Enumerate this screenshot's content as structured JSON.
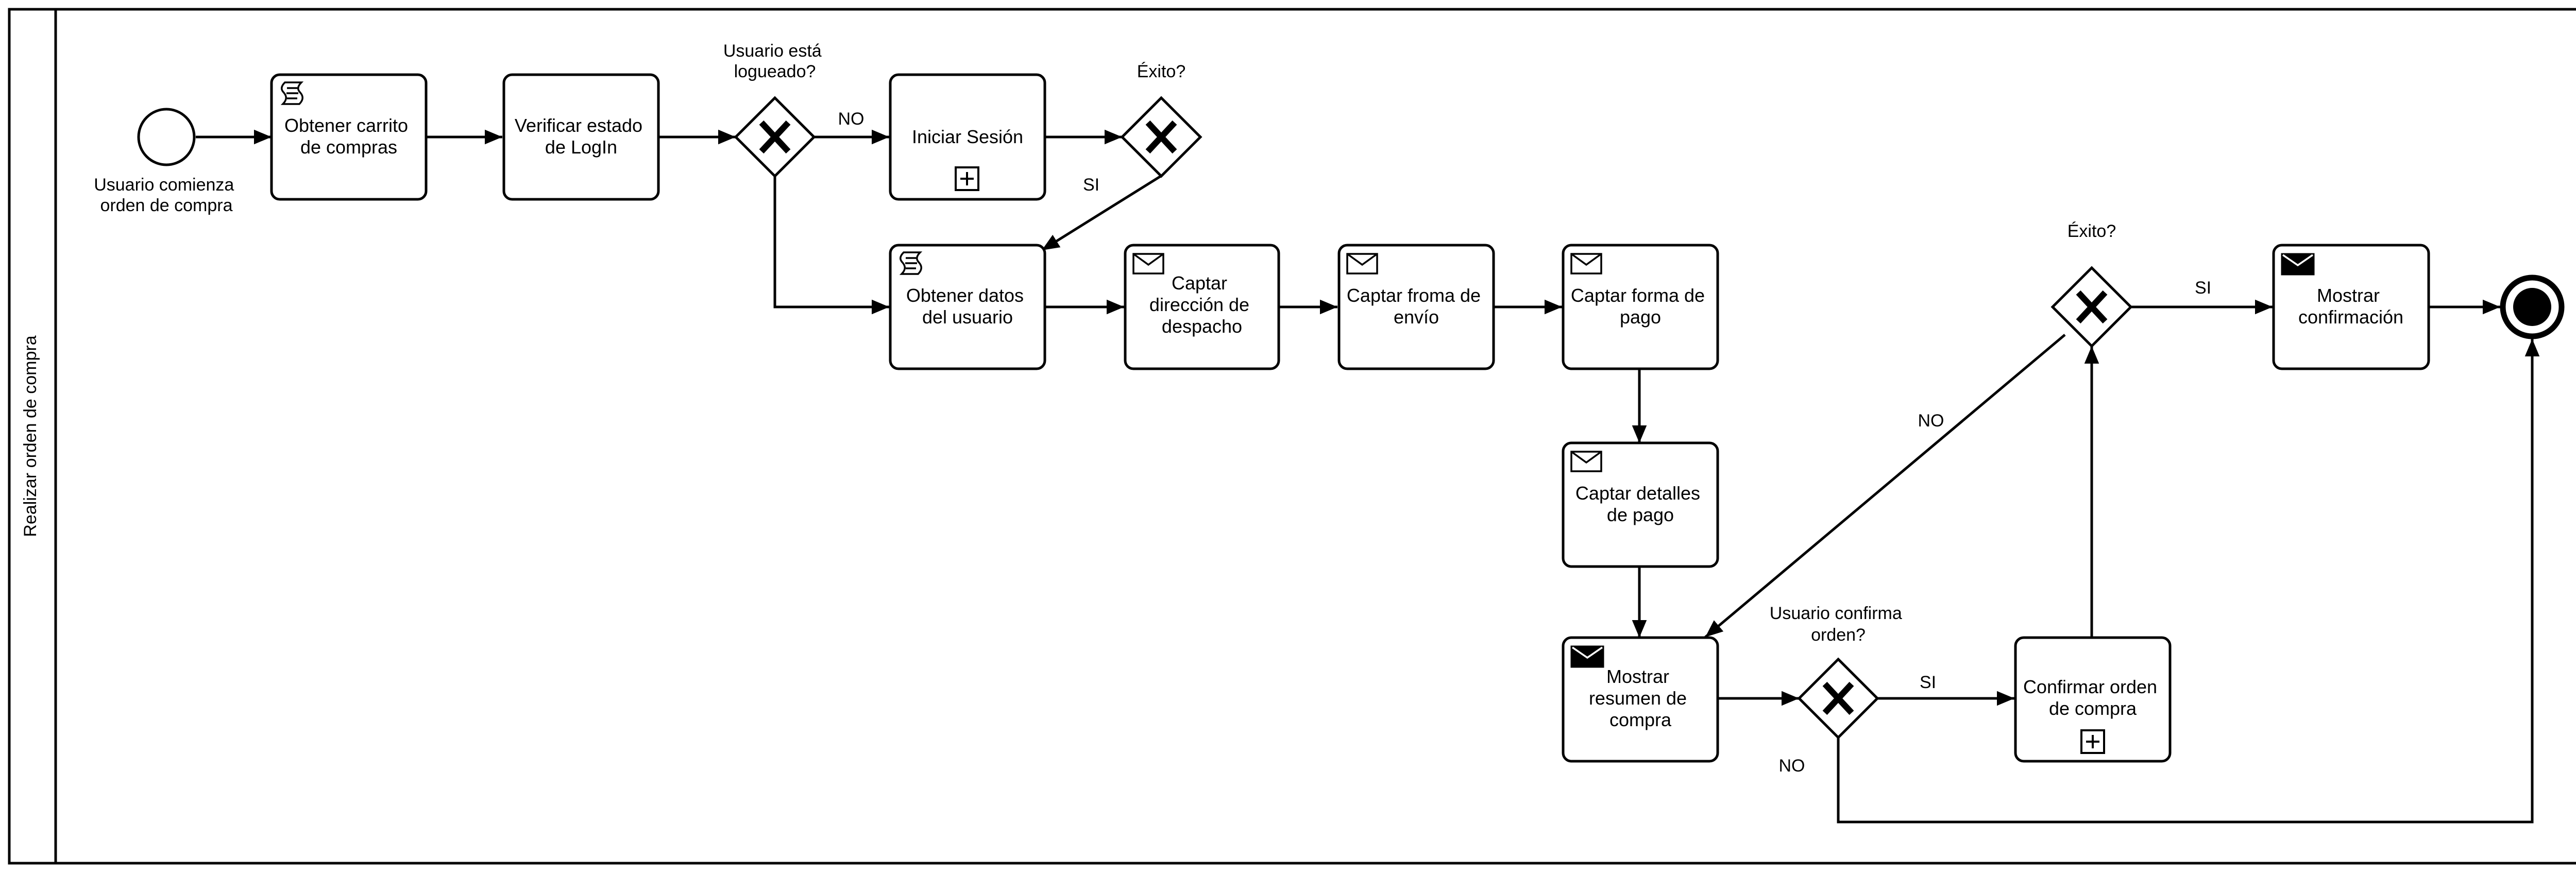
{
  "pool": {
    "label": "Realizar orden de compra"
  },
  "events": {
    "start": {
      "label": [
        "Usuario comienza",
        "orden de compra"
      ]
    },
    "end": {
      "label": []
    }
  },
  "tasks": {
    "obtener_carrito": {
      "label": [
        "Obtener carrito",
        "de compras"
      ],
      "marker": "script-icon"
    },
    "verificar_login": {
      "label": [
        "Verificar estado",
        "de LogIn"
      ],
      "marker": ""
    },
    "iniciar_sesion": {
      "label": [
        "Iniciar Sesión"
      ],
      "marker": "subprocess-plus-icon"
    },
    "obtener_datos": {
      "label": [
        "Obtener datos",
        "del usuario"
      ],
      "marker": "script-icon"
    },
    "captar_direccion": {
      "label": [
        "Captar",
        "dirección de",
        "despacho"
      ],
      "marker": "envelope-outline-icon"
    },
    "captar_envio": {
      "label": [
        "Captar froma de",
        "envío"
      ],
      "marker": "envelope-outline-icon"
    },
    "captar_forma_pago": {
      "label": [
        "Captar forma de",
        "pago"
      ],
      "marker": "envelope-outline-icon"
    },
    "captar_detalles": {
      "label": [
        "Captar detalles",
        "de pago"
      ],
      "marker": "envelope-outline-icon"
    },
    "mostrar_resumen": {
      "label": [
        "Mostrar",
        "resumen de",
        "compra"
      ],
      "marker": "envelope-filled-icon"
    },
    "confirmar_orden": {
      "label": [
        "Confirmar orden",
        "de compra"
      ],
      "marker": "subprocess-plus-icon"
    },
    "mostrar_confirmacion": {
      "label": [
        "Mostrar",
        "confirmación"
      ],
      "marker": "envelope-filled-icon"
    }
  },
  "gateways": {
    "logueado": {
      "label": [
        "Usuario está",
        "logueado?"
      ]
    },
    "exito_login": {
      "label": [
        "Éxito?"
      ]
    },
    "confirma": {
      "label": [
        "Usuario confirma",
        "orden?"
      ]
    },
    "exito_final": {
      "label": [
        "Éxito?"
      ]
    }
  },
  "flow_labels": {
    "no_login": "NO",
    "si_login": "SI",
    "si_confirma": "SI",
    "no_confirma": "NO",
    "no_exito": "NO",
    "si_exito": "SI"
  }
}
